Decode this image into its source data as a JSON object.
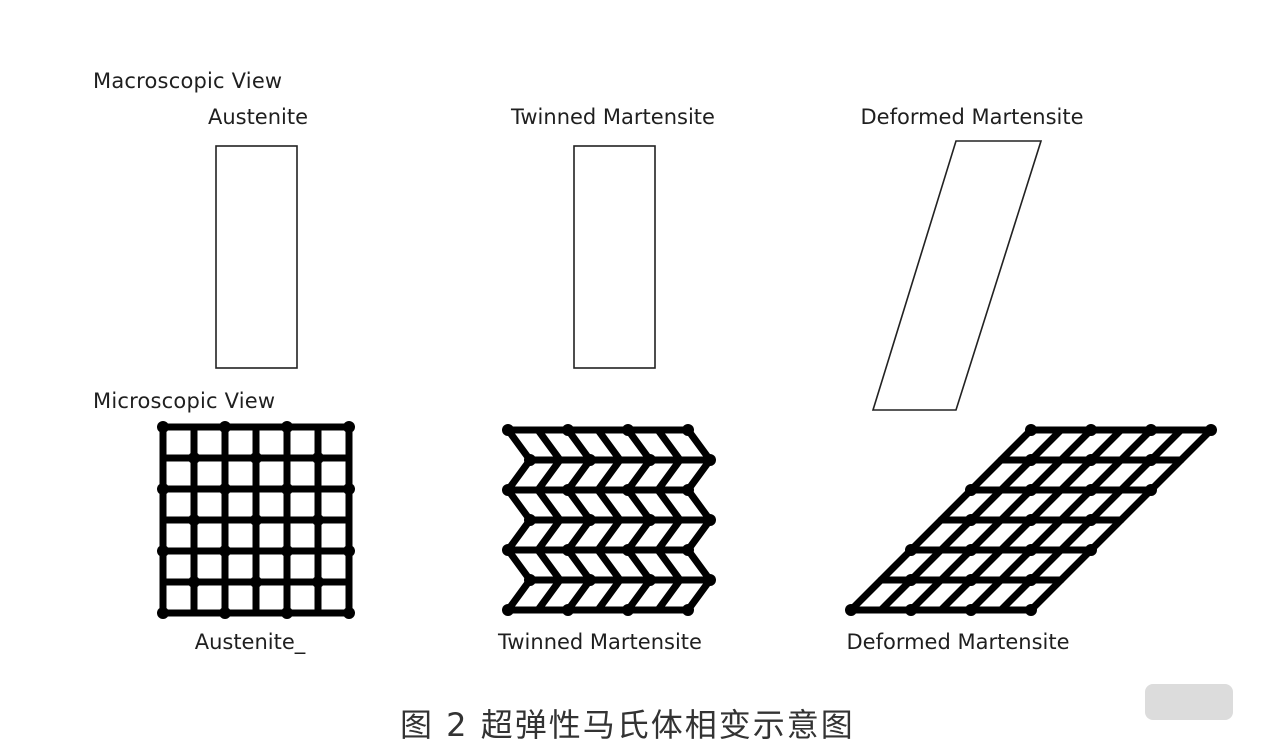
{
  "macroscopic": {
    "section_label": "Macroscopic View",
    "panels": [
      {
        "label": "Austenite",
        "shape": "rectangle"
      },
      {
        "label": "Twinned Martensite",
        "shape": "rectangle"
      },
      {
        "label": "Deformed Martensite",
        "shape": "parallelogram"
      }
    ]
  },
  "microscopic": {
    "section_label": "Microscopic View",
    "panels": [
      {
        "label": "Austenite_",
        "lattice": "square"
      },
      {
        "label": "Twinned Martensite",
        "lattice": "twinned"
      },
      {
        "label": "Deformed Martensite",
        "lattice": "sheared"
      }
    ]
  },
  "caption": "图 2  超弹性马氏体相变示意图",
  "colors": {
    "line": "#000000",
    "background": "#ffffff"
  }
}
